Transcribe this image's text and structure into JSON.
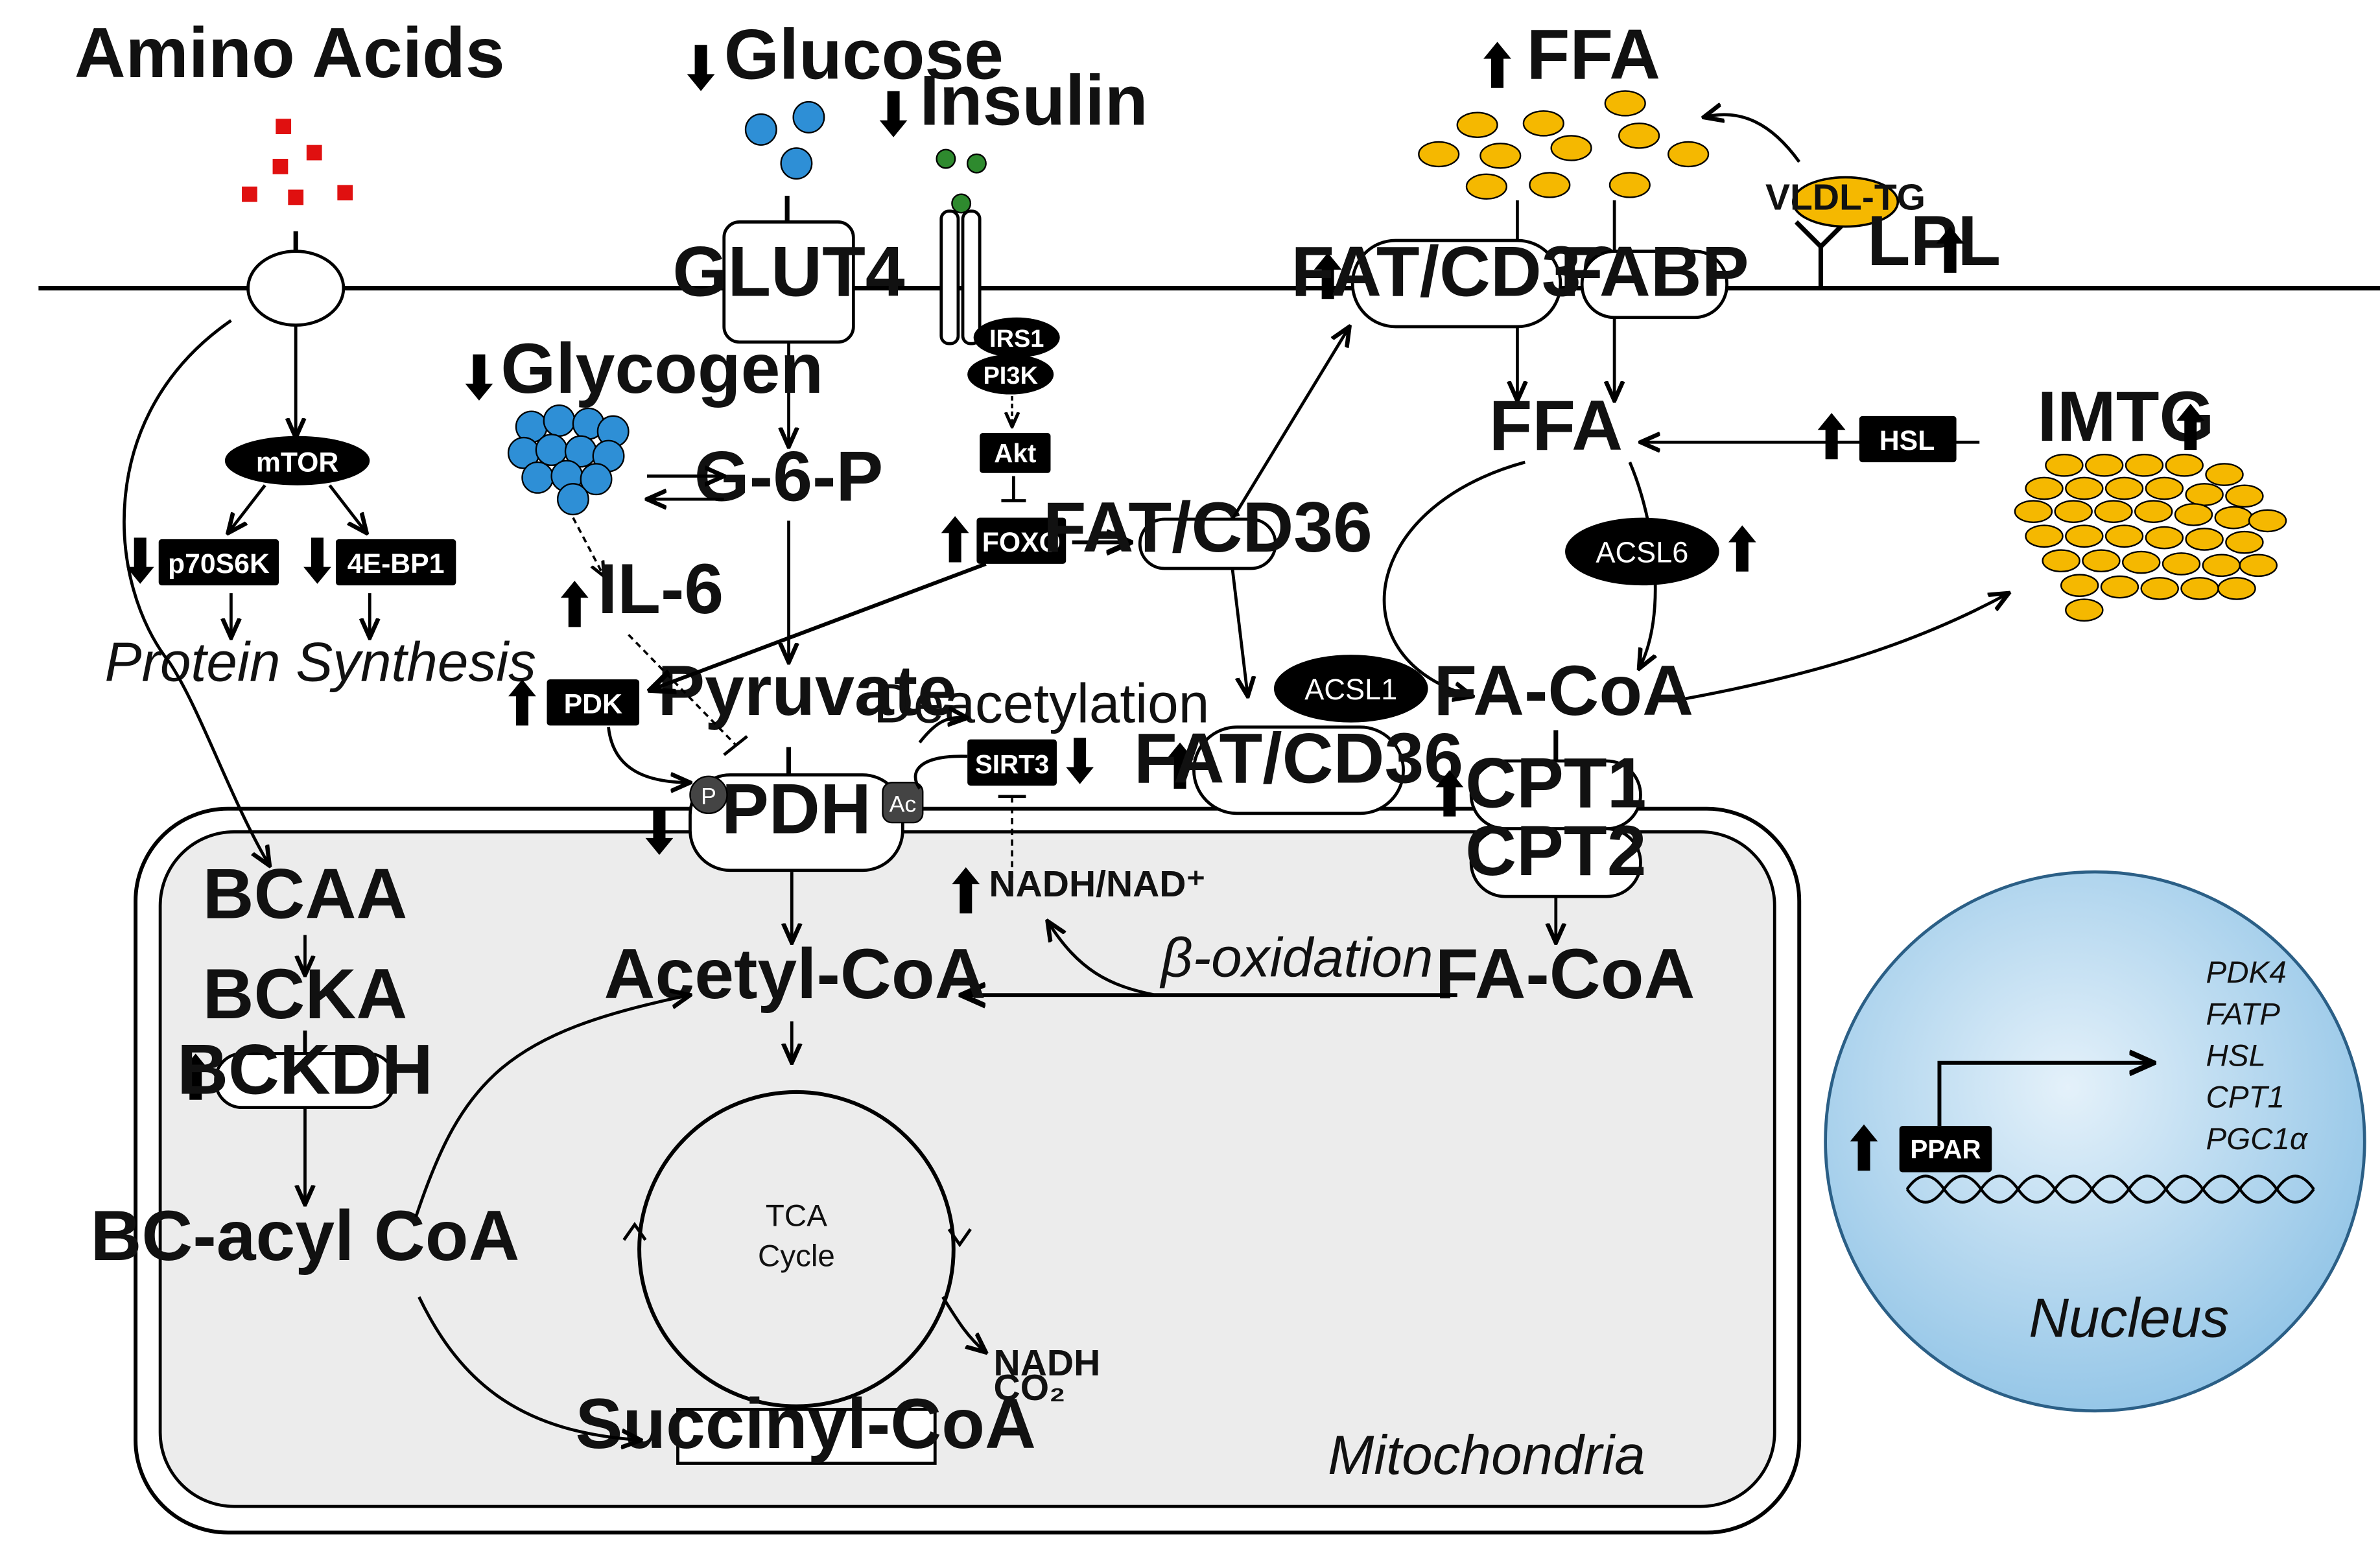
{
  "labels": {
    "amino_acids": "Amino Acids",
    "glucose": "Glucose",
    "insulin": "Insulin",
    "ffa_top": "FFA",
    "glut4": "GLUT4",
    "irs1": "IRS1",
    "pi3k": "PI3K",
    "akt": "Akt",
    "foxo": "FOXO",
    "glycogen": "Glycogen",
    "g6p": "G-6-P",
    "il6": "IL-6",
    "pdk": "PDK",
    "pyruvate": "Pyruvate",
    "deacetylation": "Deacetylation",
    "sirt3": "SIRT3",
    "p": "P",
    "ac": "Ac",
    "pdh": "PDH",
    "nadh_nad": "NADH/NAD⁺",
    "mtor": "mTOR",
    "p70s6k": "p70S6K",
    "ebp1": "4E-BP1",
    "protein_synthesis": "Protein Synthesis",
    "fat_cd36_small": "FAT/CD36",
    "fat_cd36_membrane": "FAT/CD36",
    "fat_cd36_mito": "FAT/CD36",
    "fabp": "FABP",
    "vldl_tg": "VLDL-TG",
    "lpl": "LPL",
    "ffa_mid": "FFA",
    "hsl": "HSL",
    "imtg": "IMTG",
    "acsl6": "ACSL6",
    "acsl1": "ACSL1",
    "fa_coa_cyto": "FA-CoA",
    "cpt1": "CPT1",
    "cpt2": "CPT2",
    "fa_coa_mito": "FA-CoA",
    "beta_oxidation": "β-oxidation",
    "acetyl_coa": "Acetyl-CoA",
    "bcaa": "BCAA",
    "bcka": "BCKA",
    "bckdh": "BCKDH",
    "bc_acyl_coa": "BC-acyl CoA",
    "tca_line1": "TCA",
    "tca_line2": "Cycle",
    "nadh": "NADH",
    "co2": "CO₂",
    "succinyl_coa": "Succinyl-CoA",
    "mitochondria": "Mitochondria",
    "nucleus": "Nucleus",
    "ppar": "PPAR"
  },
  "target_genes": [
    "PDK4",
    "FATP",
    "HSL",
    "CPT1",
    "PGC1α"
  ],
  "regulation": {
    "glucose": "down",
    "insulin": "down",
    "ffa": "up",
    "glycogen": "down",
    "il6": "up",
    "pdk": "up",
    "foxo": "up",
    "sirt3": "down",
    "pdh": "down",
    "nadh_nad": "up",
    "p70s6k": "down",
    "ebp1": "down",
    "fat_cd36_membrane": "up",
    "fat_cd36_mito": "up",
    "lpl": "up",
    "hsl": "up",
    "imtg": "up",
    "acsl6": "up",
    "cpt1": "up",
    "bckdh": "up",
    "ppar": "up"
  },
  "colors": {
    "glucose": "#2e8fd6",
    "insulin_dot": "#2e8a2e",
    "amino_acid": "#e01010",
    "lipid": "#f5b800",
    "mito_fill": "#ececec",
    "nucleus_fill": "#a9d3ee",
    "black": "#000000"
  }
}
